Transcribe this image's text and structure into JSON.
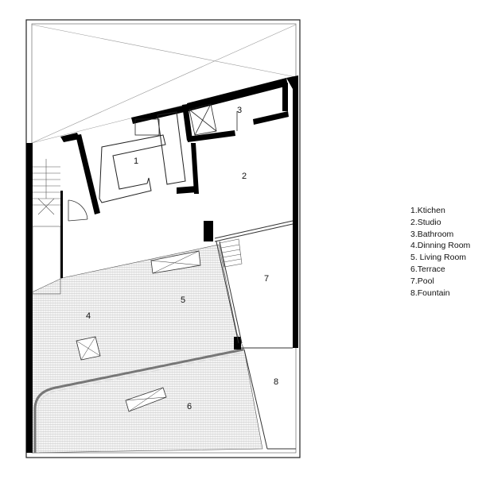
{
  "rooms": [
    {
      "id": "kitchen",
      "number": "1"
    },
    {
      "id": "studio",
      "number": "2"
    },
    {
      "id": "bathroom",
      "number": "3"
    },
    {
      "id": "dinning-room",
      "number": "4"
    },
    {
      "id": "living-room",
      "number": "5"
    },
    {
      "id": "terrace",
      "number": "6"
    },
    {
      "id": "pool",
      "number": "7"
    },
    {
      "id": "fountain",
      "number": "8"
    }
  ],
  "legend": [
    "1.Ktichen",
    "2.Studio",
    "3.Bathroom",
    "4.Dinning Room",
    "5. Living Room",
    "6.Terrace",
    "7.Pool",
    "8.Fountain"
  ],
  "colors": {
    "wall": "#000000",
    "hatch": "#9a9a9a",
    "line": "#444444",
    "thin": "#888888"
  }
}
